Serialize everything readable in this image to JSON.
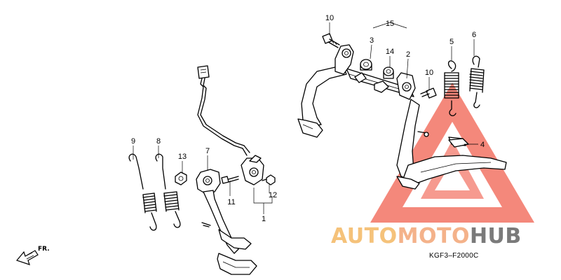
{
  "watermark": {
    "text_auto": "AUTO",
    "text_moto": "MOTO",
    "text_hub": "HUB",
    "color_light": "#f5c27a",
    "color_mid": "#f4b28a",
    "color_dark": "#7a7a7a",
    "triangle_color": "#f26b5b"
  },
  "diagram_code": "KGF3–F2000C",
  "front_arrow_label": "FR.",
  "callouts": {
    "c1": "1",
    "c2": "2",
    "c3": "3",
    "c4": "4",
    "c5": "5",
    "c6": "6",
    "c7": "7",
    "c8": "8",
    "c9": "9",
    "c10a": "10",
    "c10b": "10",
    "c11": "11",
    "c12": "12",
    "c13": "13",
    "c14": "14",
    "c15": "15"
  }
}
